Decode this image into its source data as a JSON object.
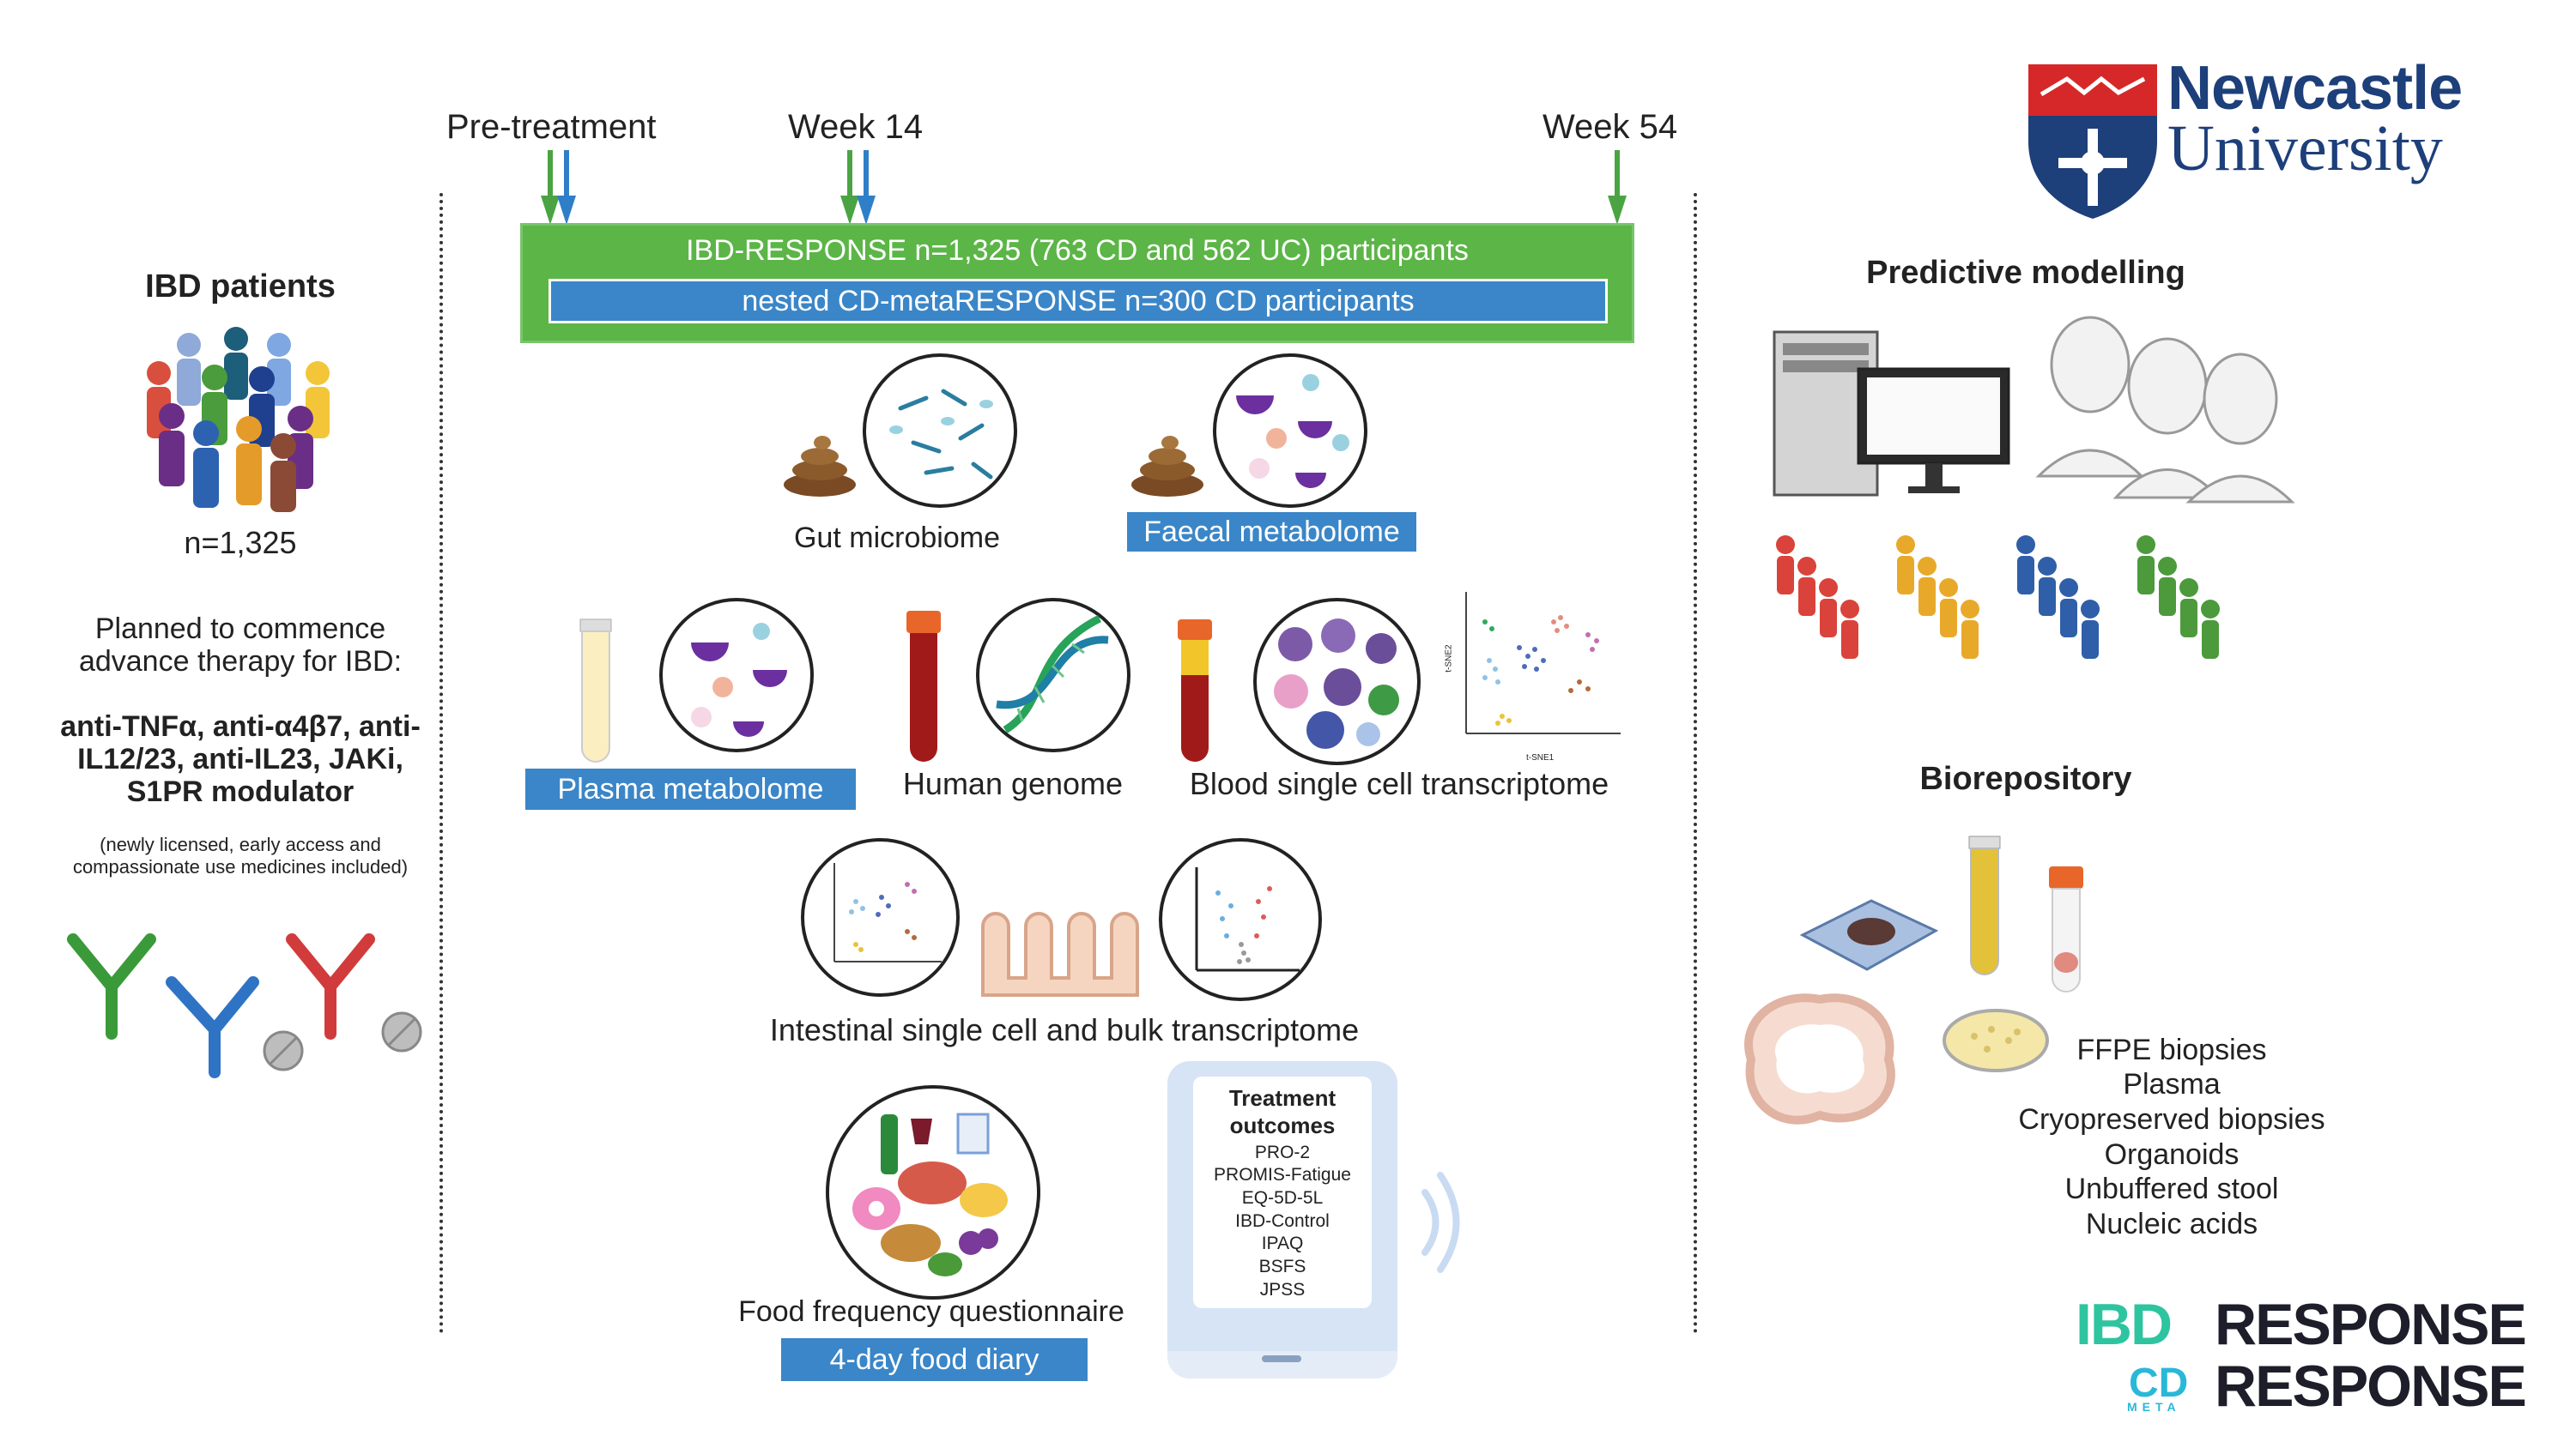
{
  "timeline": {
    "pre_treatment": "Pre-treatment",
    "week14": "Week 14",
    "week54": "Week 54"
  },
  "cohort": {
    "main": "IBD-RESPONSE n=1,325 (763 CD and 562 UC) participants",
    "nested": "nested CD-metaRESPONSE n=300 CD participants"
  },
  "left": {
    "title": "IBD patients",
    "count": "n=1,325",
    "planned_line1": "Planned to commence",
    "planned_line2": "advance therapy for IBD:",
    "drugs_line1": "anti-TNFα, anti-α4β7, anti-",
    "drugs_line2": "IL12/23, anti-IL23, JAKi,",
    "drugs_line3": "S1PR modulator",
    "note_line1": "(newly licensed, early access and",
    "note_line2": "compassionate use medicines included)"
  },
  "samples": {
    "gut_microbiome": "Gut microbiome",
    "faecal_metabolome": "Faecal metabolome",
    "plasma_metabolome": "Plasma metabolome",
    "human_genome": "Human genome",
    "blood_sc": "Blood single cell transcriptome",
    "intestinal": "Intestinal single cell and bulk transcriptome",
    "ffq": "Food frequency questionnaire",
    "food_diary": "4-day food diary"
  },
  "tsne": {
    "x_label": "t-SNE1",
    "y_label": "t-SNE2"
  },
  "outcomes": {
    "title_line1": "Treatment",
    "title_line2": "outcomes",
    "items": [
      "PRO-2",
      "PROMIS-Fatigue",
      "EQ-5D-5L",
      "IBD-Control",
      "IPAQ",
      "BSFS",
      "JPSS"
    ]
  },
  "right": {
    "predictive": "Predictive modelling",
    "biorepository": "Biorepository",
    "bio_items": [
      "FFPE biopsies",
      "Plasma",
      "Cryopreserved biopsies",
      "Organoids",
      "Unbuffered stool",
      "Nucleic acids"
    ]
  },
  "branding": {
    "uni_line1": "Newcastle",
    "uni_line2": "University",
    "ibd": "IBD",
    "response": "RESPONSE",
    "cd": "CD",
    "meta": "META",
    "response2": "RESPONSE"
  },
  "colors": {
    "green": "#5cb547",
    "blue": "#3a86c8",
    "navy": "#1d3f7a",
    "red": "#d62828",
    "teal": "#2ec4a0"
  }
}
